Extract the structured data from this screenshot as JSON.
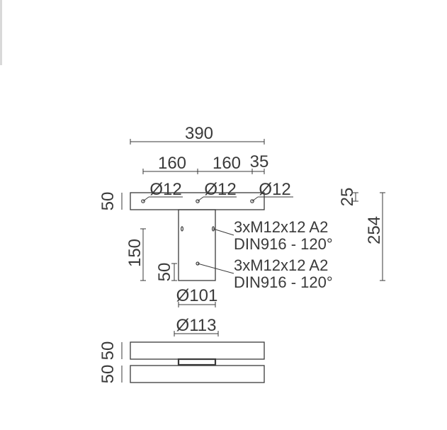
{
  "dimensions": {
    "overall_width": "390",
    "bolt_spacing_1": "160",
    "bolt_spacing_2": "160",
    "edge_offset": "35",
    "hole_1": "Ø12",
    "hole_2": "Ø12",
    "hole_3": "Ø12",
    "plate_height": "50",
    "flange_thickness": "25",
    "total_height": "254",
    "tube_length": "150",
    "screw_offset": "50",
    "tube_diameter": "Ø101",
    "base_diameter": "Ø113",
    "base_plate_1": "50",
    "base_plate_2": "50"
  },
  "notes": {
    "screws_upper_line1": "3xM12x12 A2",
    "screws_upper_line2": "DIN916 - 120°",
    "screws_lower_line1": "3xM12x12 A2",
    "screws_lower_line2": "DIN916 - 120°"
  },
  "colors": {
    "line": "#3a3a3a"
  }
}
